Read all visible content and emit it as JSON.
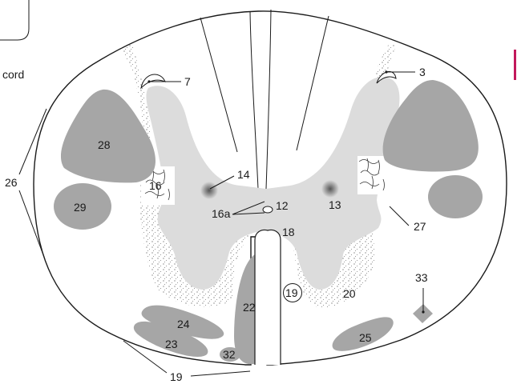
{
  "side_caption": "cord",
  "colors": {
    "gray_matter": "#dcdcdc",
    "tract_fill": "#a6a6a6",
    "outline": "#1a1a1a",
    "accent_bar": "#c2185b"
  },
  "labels": {
    "l3": "3",
    "l7": "7",
    "l12": "12",
    "l13": "13",
    "l14": "14",
    "l16": "16",
    "l16a": "16a",
    "l18": "18",
    "l19_circle": "19",
    "l19_bottom": "19",
    "l20": "20",
    "l22": "22",
    "l23": "23",
    "l24": "24",
    "l25": "25",
    "l26": "26",
    "l27": "27",
    "l28": "28",
    "l29": "29",
    "l32": "32",
    "l33": "33"
  }
}
